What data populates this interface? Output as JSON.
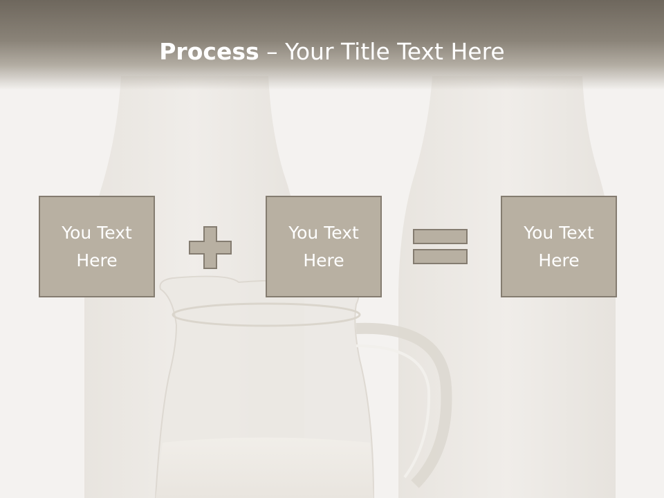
{
  "slide": {
    "title_bold": "Process",
    "title_rest": " – Your Title Text Here"
  },
  "process": {
    "boxes": [
      {
        "text": "You Text\nHere"
      },
      {
        "text": "You Text\nHere"
      },
      {
        "text": "You Text\nHere"
      }
    ],
    "operators": [
      "plus-icon",
      "equals-icon"
    ]
  },
  "colors": {
    "header": "#7a7367",
    "box_fill": "#b8b0a2",
    "box_border": "#847c70",
    "text": "#ffffff"
  }
}
